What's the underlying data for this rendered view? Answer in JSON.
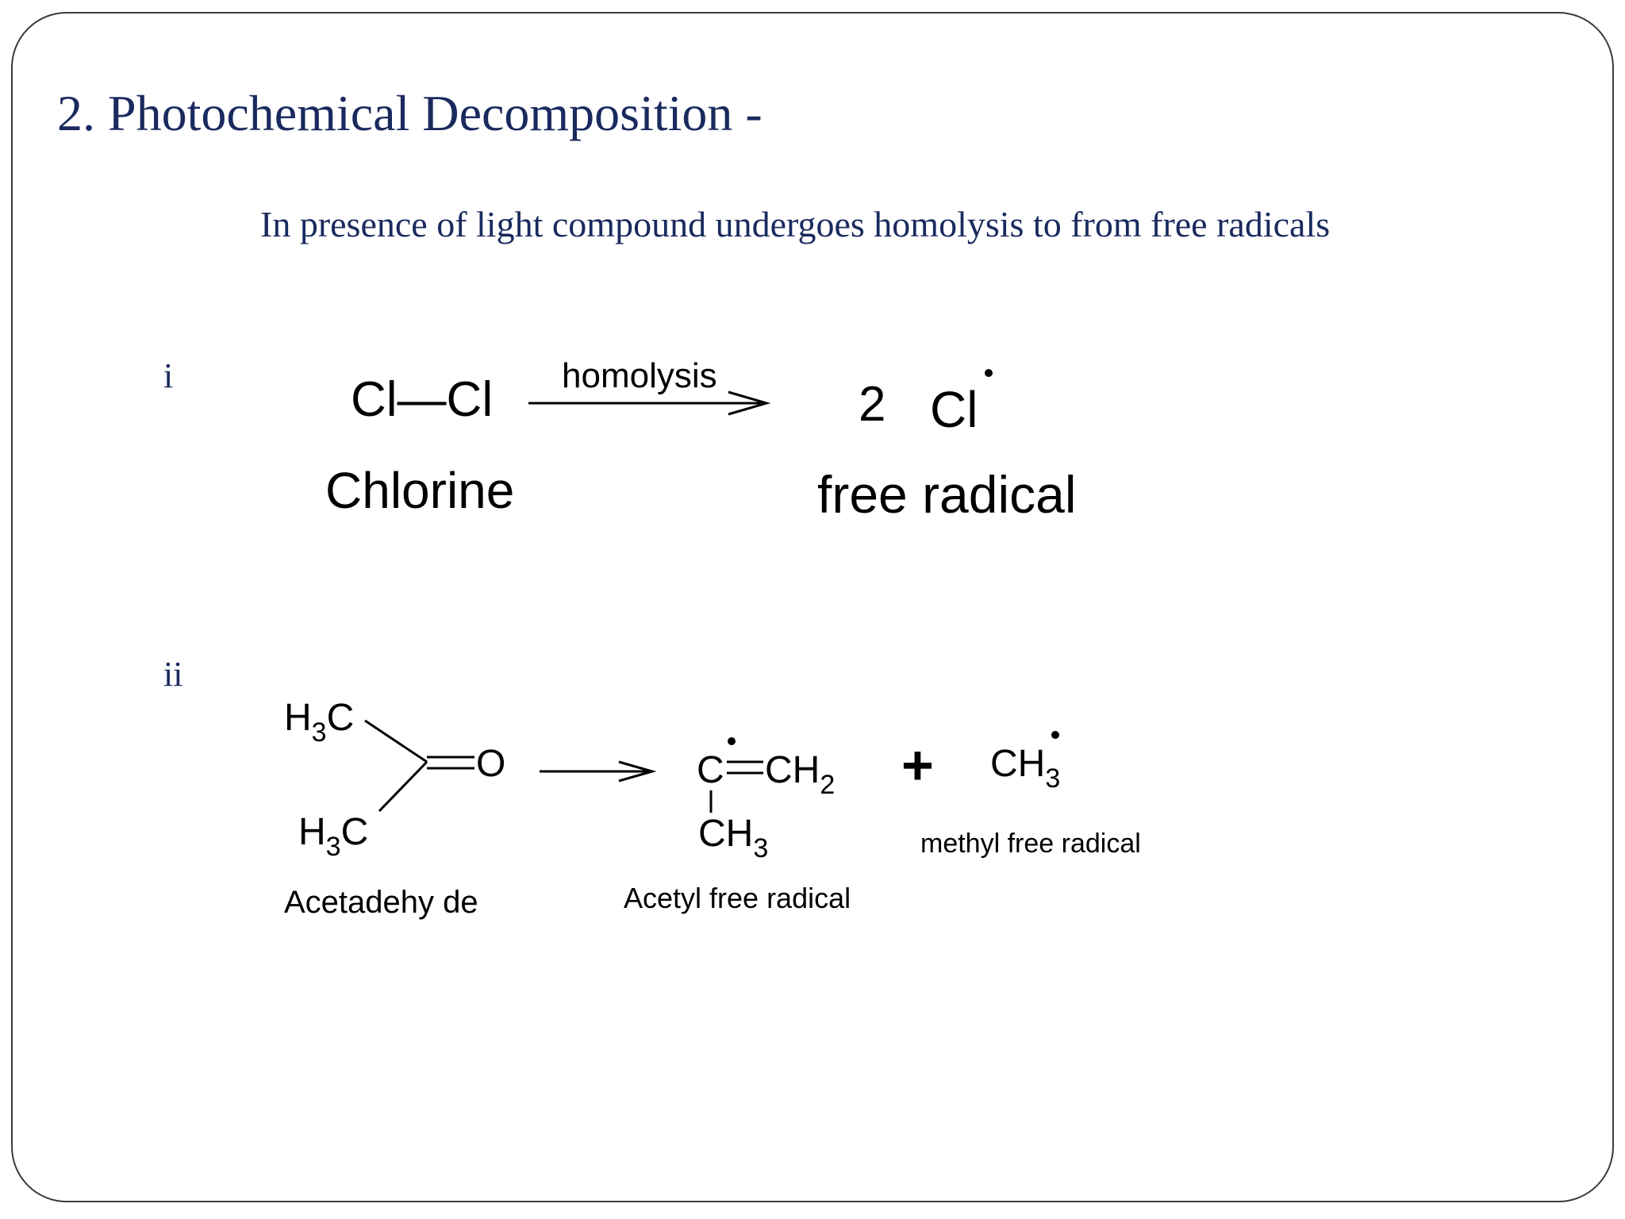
{
  "slide": {
    "title": "2. Photochemical Decomposition -",
    "subtitle": "In presence of light compound undergoes homolysis to from free radicals"
  },
  "reaction_1": {
    "label": "i",
    "reactant_formula": "Cl—Cl",
    "reactant_name": "Chlorine",
    "arrow_label": "homolysis",
    "product_coefficient": "2",
    "product_formula": "Cl",
    "product_name": "free radical"
  },
  "reaction_2": {
    "label": "ii",
    "reactant": {
      "top_group_main": "H",
      "top_group_sub": "3",
      "top_group_tail": "C",
      "bottom_group_main": "H",
      "bottom_group_sub": "3",
      "bottom_group_tail": "C",
      "oxygen": "O",
      "name": "Acetadehy de"
    },
    "product_1": {
      "carbon": "C",
      "ch2_main": "CH",
      "ch2_sub": "2",
      "ch3_main": "CH",
      "ch3_sub": "3",
      "name": "Acetyl free radical"
    },
    "plus": "+",
    "product_2": {
      "formula_main": "CH",
      "formula_sub": "3",
      "name": "methyl free radical"
    }
  },
  "colors": {
    "slide_text": "#1a2a5e",
    "chemistry_ink": "#000000",
    "frame_border": "#3b3b3b"
  }
}
